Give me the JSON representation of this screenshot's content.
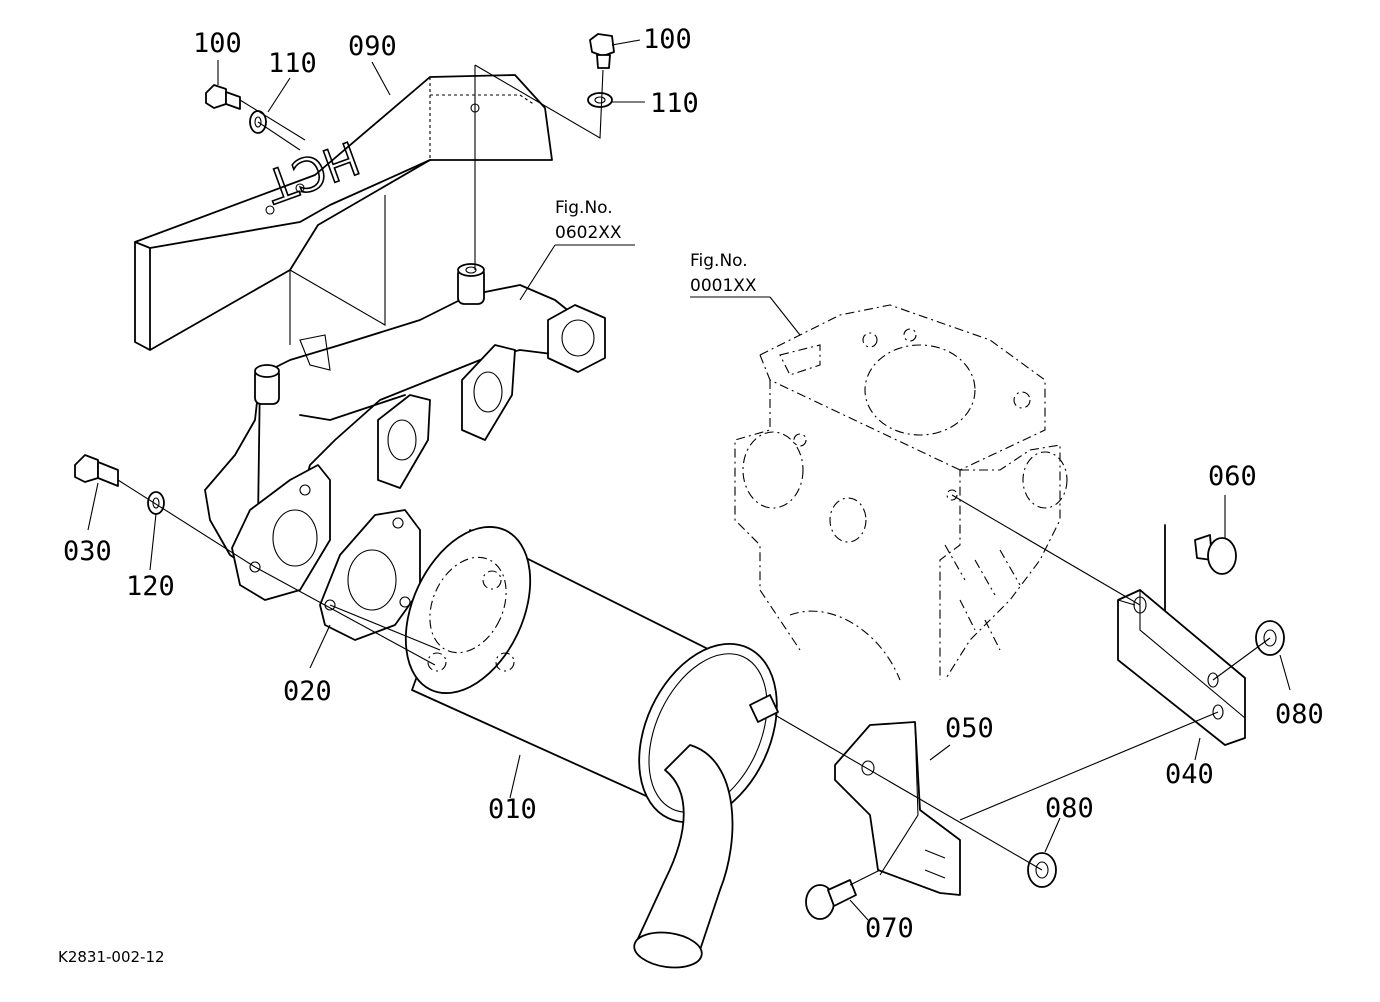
{
  "diagram_code": "K2831-002-12",
  "figure_refs": [
    {
      "title": "Fig.No.",
      "number": "0602XX"
    },
    {
      "title": "Fig.No.",
      "number": "0001XX"
    }
  ],
  "parts": {
    "p010": "010",
    "p020": "020",
    "p030": "030",
    "p040": "040",
    "p050": "050",
    "p060": "060",
    "p070": "070",
    "p080a": "080",
    "p080b": "080",
    "p090": "090",
    "p100a": "100",
    "p100b": "100",
    "p110a": "110",
    "p110b": "110",
    "p120": "120"
  },
  "plate_mark": "HCT"
}
